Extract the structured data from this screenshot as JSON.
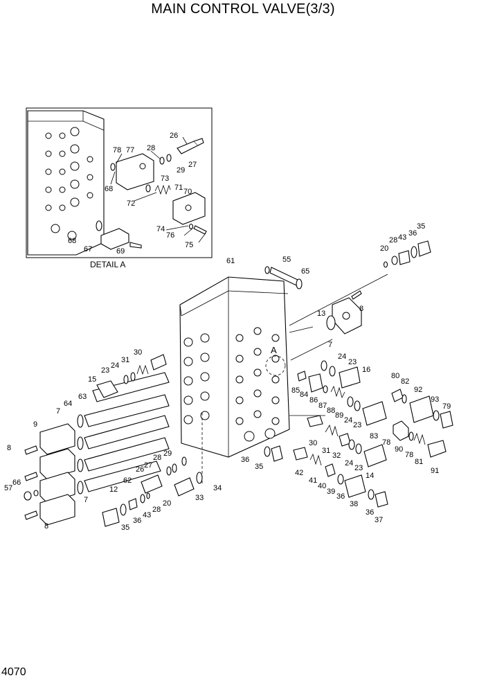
{
  "title": "MAIN CONTROL VALVE(3/3)",
  "page_number": "4070",
  "detail": {
    "label": "DETAIL  A",
    "callouts": [
      "26",
      "78",
      "77",
      "28",
      "29",
      "27",
      "68",
      "73",
      "71",
      "70",
      "72",
      "74",
      "76",
      "75",
      "68",
      "67",
      "69"
    ]
  },
  "section_marker": "A",
  "callouts": [
    "61",
    "55",
    "65",
    "35",
    "36",
    "43",
    "28",
    "20",
    "8",
    "13",
    "7",
    "30",
    "31",
    "24",
    "23",
    "15",
    "63",
    "64",
    "7",
    "9",
    "8",
    "57",
    "66",
    "8",
    "62",
    "12",
    "7",
    "28",
    "29",
    "26",
    "27",
    "20",
    "28",
    "43",
    "36",
    "35",
    "34",
    "33",
    "24",
    "23",
    "16",
    "85",
    "84",
    "86",
    "87",
    "88",
    "89",
    "24",
    "23",
    "80",
    "82",
    "92",
    "93",
    "79",
    "83",
    "78",
    "30",
    "31",
    "32",
    "24",
    "23",
    "14",
    "90",
    "78",
    "81",
    "91",
    "36",
    "35",
    "42",
    "41",
    "40",
    "39",
    "36",
    "38",
    "36",
    "37"
  ]
}
